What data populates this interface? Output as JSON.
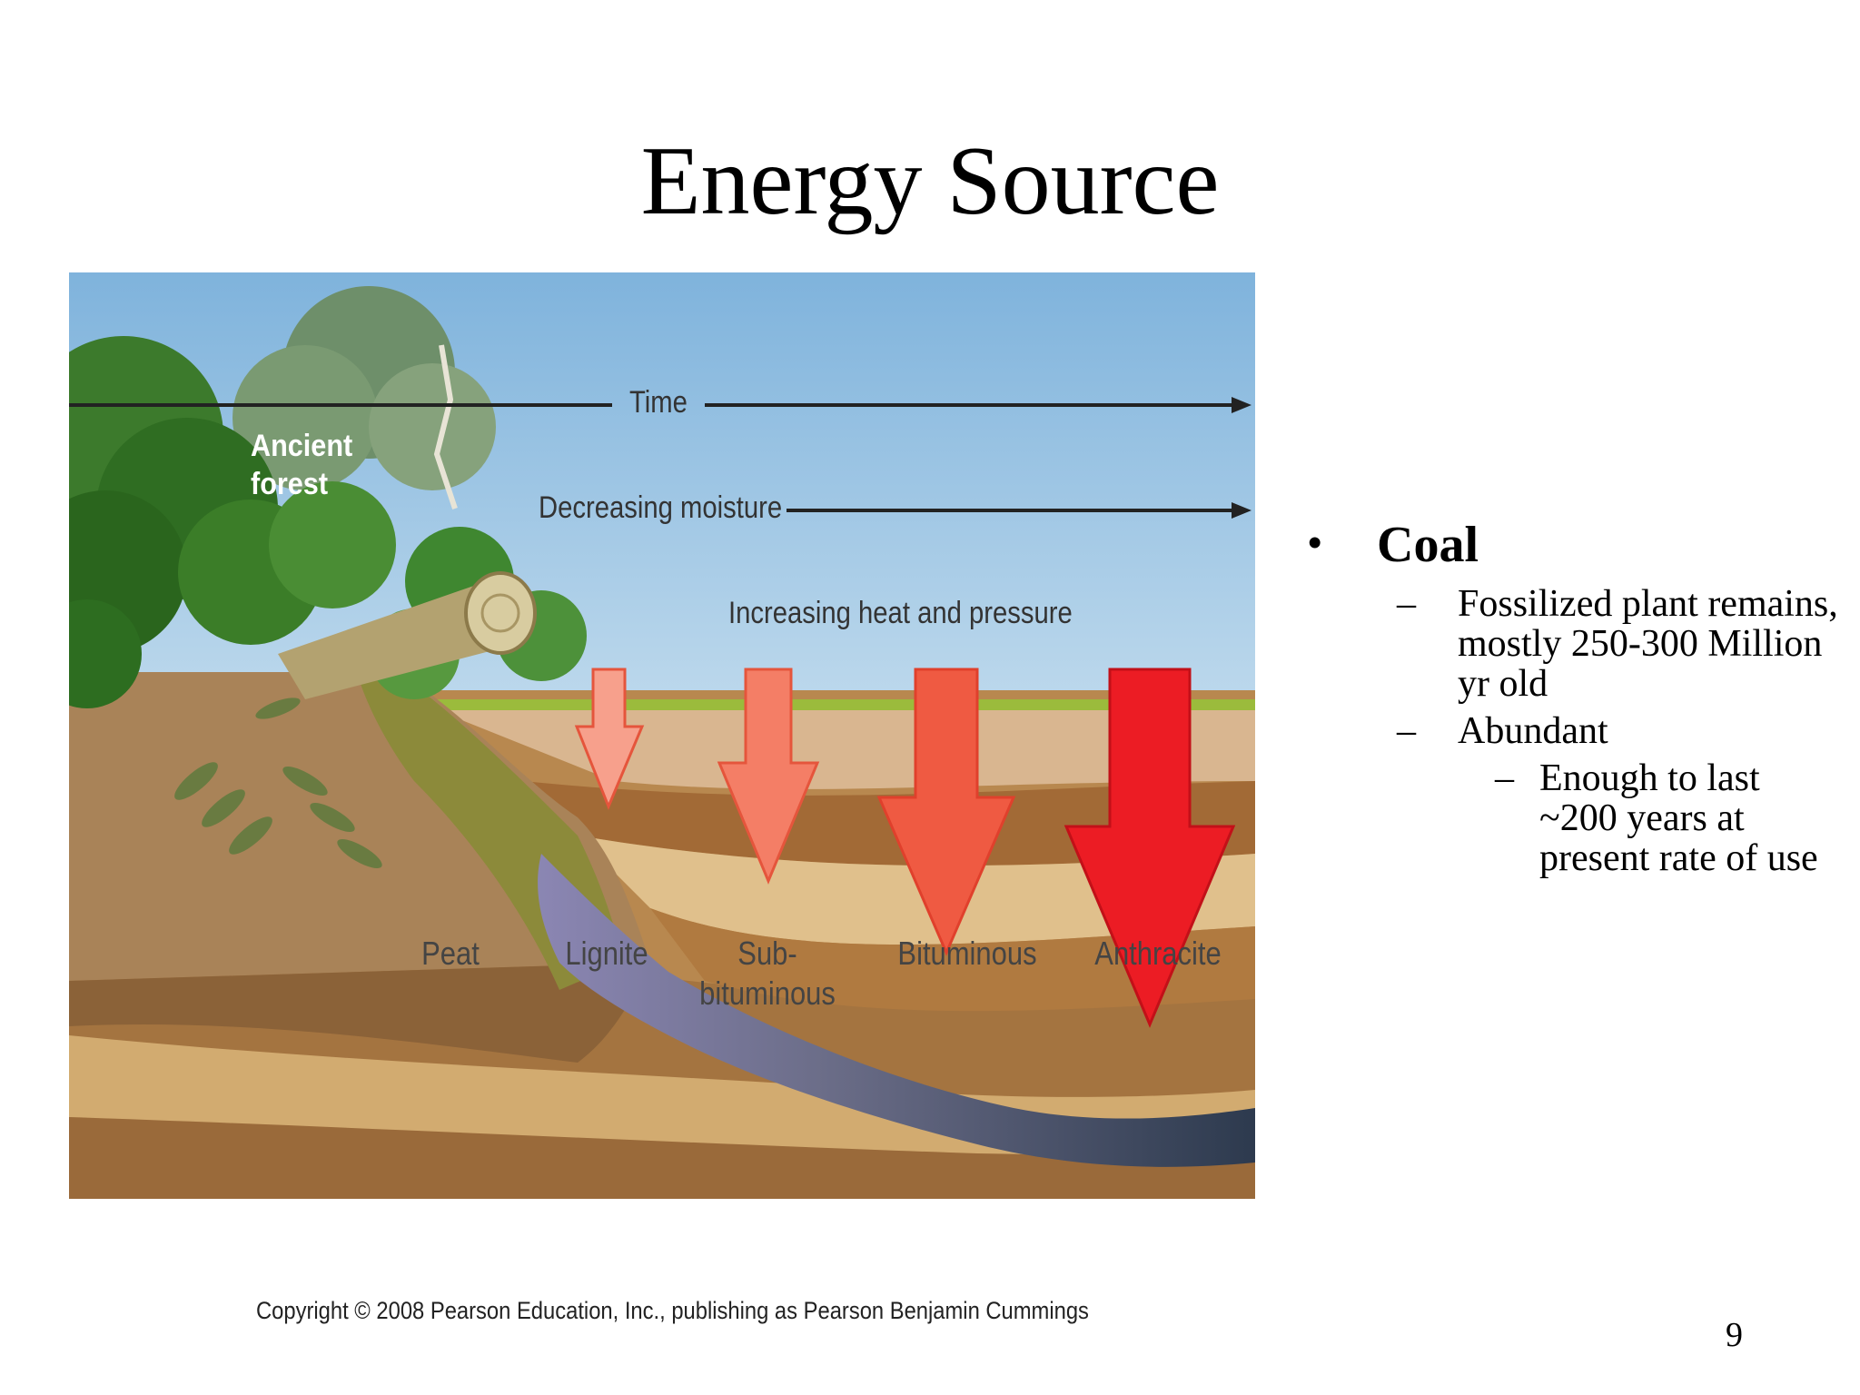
{
  "slide": {
    "title": "Energy Source",
    "page_number": "9"
  },
  "figure": {
    "labels": {
      "time": "Time",
      "ancient_forest_line1": "Ancient",
      "ancient_forest_line2": "forest",
      "decreasing_moisture": "Decreasing moisture",
      "increasing_heat": "Increasing heat and pressure"
    },
    "coal_types": [
      {
        "line1": "Peat",
        "line2": ""
      },
      {
        "line1": "Lignite",
        "line2": ""
      },
      {
        "line1": "Sub-",
        "line2": "bituminous"
      },
      {
        "line1": "Bituminous",
        "line2": ""
      },
      {
        "line1": "Anthracite",
        "line2": ""
      }
    ],
    "arrow_colors": [
      "#f7a08c",
      "#f47e66",
      "#ef5a42",
      "#ec1c24"
    ],
    "copyright": "Copyright © 2008 Pearson Education, Inc., publishing as Pearson Benjamin Cummings"
  },
  "bullets": {
    "main": "Coal",
    "items": [
      {
        "text": "Fossilized plant remains, mostly 250-300 Million yr old"
      },
      {
        "text": "Abundant"
      }
    ],
    "sub_item": "Enough to last ~200 years at present rate of use"
  }
}
